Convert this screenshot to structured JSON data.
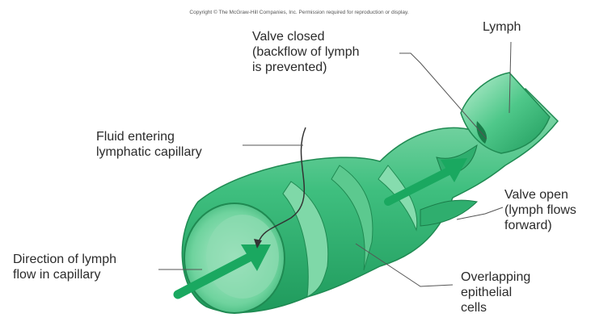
{
  "copyright": "Copyright © The McGraw-Hill Companies, Inc. Permission required for reproduction or display.",
  "labels": {
    "lymph": "Lymph",
    "valve_closed": [
      "Valve closed",
      "(backflow of lymph",
      "is prevented)"
    ],
    "fluid_entering": [
      "Fluid entering",
      "lymphatic capillary"
    ],
    "valve_open": [
      "Valve open",
      "(lymph flows",
      "forward)"
    ],
    "direction": [
      "Direction of lymph",
      "flow in capillary"
    ],
    "overlapping": [
      "Overlapping",
      "epithelial",
      "cells"
    ]
  },
  "colors": {
    "tube_fill": "#3fbf7f",
    "tube_dark": "#1f9a5c",
    "tube_light": "#9fe3bd",
    "interior": "#6fd39e",
    "arrow": "#1aa860",
    "leader": "#555555"
  }
}
